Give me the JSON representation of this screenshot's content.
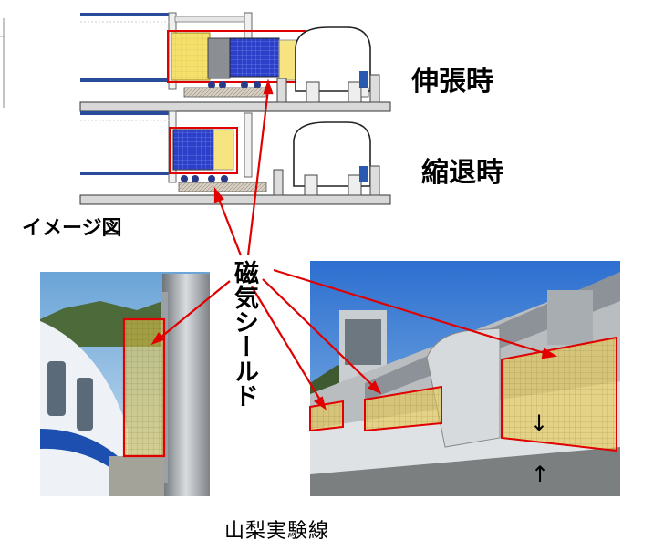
{
  "labels": {
    "extended": "伸張時",
    "retracted": "縮退時",
    "image_caption": "イメージ図",
    "magnetic_shield": "磁気シールド",
    "test_line": "山梨実験線"
  },
  "colors": {
    "shield_red": "#e00000",
    "shield_fill": "#e8c84a",
    "frame_blue": "#2a4a9a",
    "panel_yellow": "#f4e06a",
    "panel_blue": "#2b3fc8"
  },
  "icons": {
    "down_arrow": "↓",
    "up_arrow": "↑"
  }
}
